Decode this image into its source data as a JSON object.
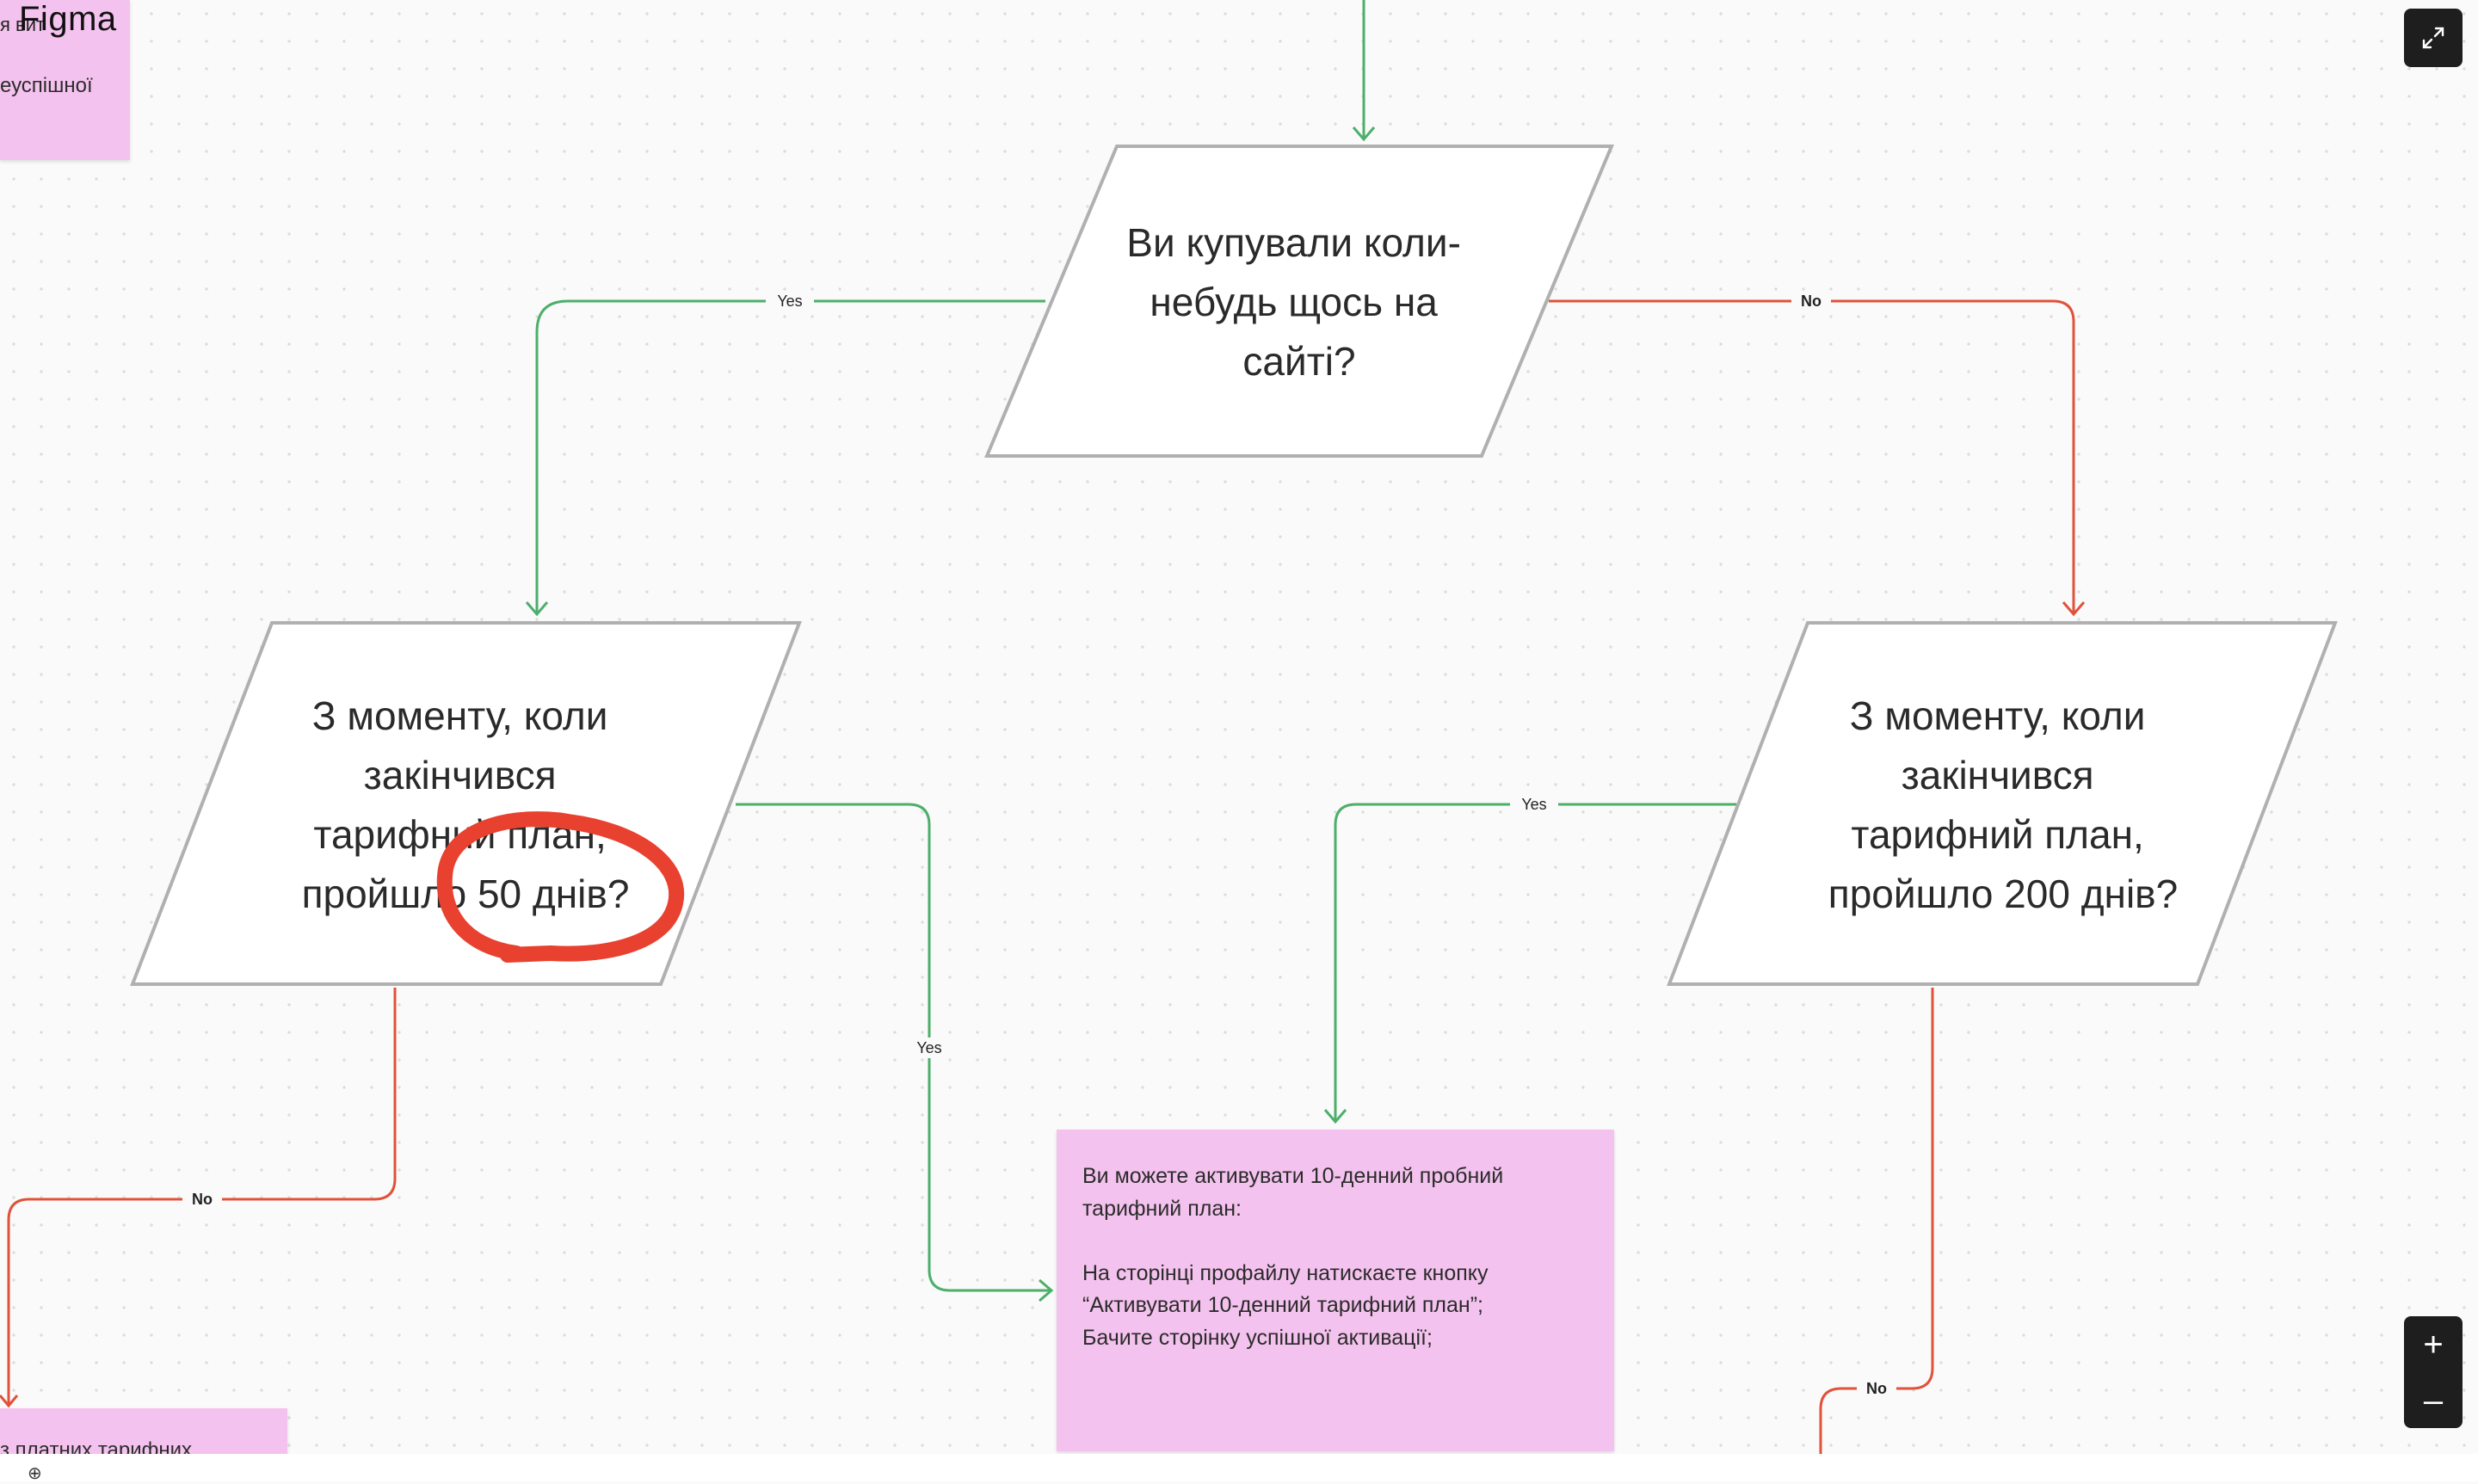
{
  "app": {
    "brand": "Figma",
    "brand_fragment": "я вит"
  },
  "flowchart": {
    "nodes": {
      "q_bought": {
        "lines": [
          "Ви купували коли-",
          "небудь щось на",
          "сайті?"
        ]
      },
      "q_50_days": {
        "lines": [
          "З моменту, коли",
          "закінчився",
          "тарифний план,",
          "пройшло 50 днів?"
        ]
      },
      "q_200_days": {
        "lines": [
          "З моменту, коли",
          "закінчився",
          "тарифний план,",
          "пройшло 200 днів?"
        ]
      }
    },
    "edges": {
      "yes_label": "Yes",
      "no_label": "No"
    },
    "stickies": {
      "activation": {
        "text": "Ви можете активувати 10-денний пробний тарифний план:\n\nНа сторінці профайлу натискаєте кнопку “Активувати 10-денний тарифний план”;\nБачите сторінку успішної активації;"
      },
      "top_left_fragment": "еуспішної",
      "bottom_left_fragment": "з платних тарифних"
    }
  },
  "controls": {
    "expand_icon": "expand-arrows-icon",
    "zoom_in": "+",
    "zoom_out": "–"
  },
  "colors": {
    "yes_edge": "#4caf6a",
    "no_edge": "#e0523a",
    "shape_stroke": "#b0b0b0",
    "sticky": "#f4c2ee",
    "annotation": "#e8412f"
  }
}
